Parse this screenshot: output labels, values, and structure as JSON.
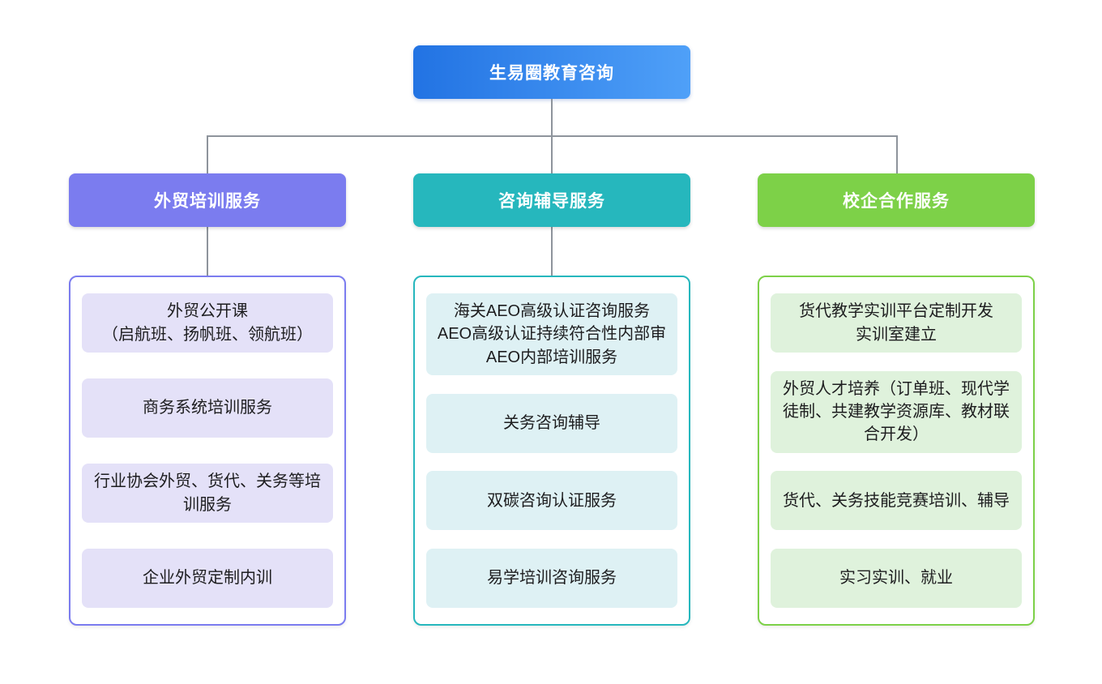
{
  "root": {
    "label": "生易圈教育咨询",
    "gradient_start": "#2273E3",
    "gradient_end": "#4FA0F8"
  },
  "connector_color": "#8E949C",
  "branches": [
    {
      "label": "外贸培训服务",
      "accent": "#7B7CEF",
      "item_bg": "#E4E1F8",
      "items": [
        {
          "text": "外贸公开课\n（启航班、扬帆班、领航班）"
        },
        {
          "text": "商务系统培训服务"
        },
        {
          "text": "行业协会外贸、货代、关务等培训服务"
        },
        {
          "text": "企业外贸定制内训"
        }
      ]
    },
    {
      "label": "咨询辅导服务",
      "accent": "#26B7BD",
      "item_bg": "#DEF1F4",
      "items": [
        {
          "text": "海关AEO高级认证咨询服务\nAEO高级认证持续符合性内部审\nAEO内部培训服务"
        },
        {
          "text": "关务咨询辅导"
        },
        {
          "text": "双碳咨询认证服务"
        },
        {
          "text": "易学培训咨询服务"
        }
      ]
    },
    {
      "label": "校企合作服务",
      "accent": "#7DD148",
      "item_bg": "#DFF2DC",
      "items": [
        {
          "text": "货代教学实训平台定制开发\n实训室建立"
        },
        {
          "text": "外贸人才培养（订单班、现代学徒制、共建教学资源库、教材联合开发）"
        },
        {
          "text": "货代、关务技能竞赛培训、辅导"
        },
        {
          "text": "实习实训、就业"
        }
      ]
    }
  ]
}
